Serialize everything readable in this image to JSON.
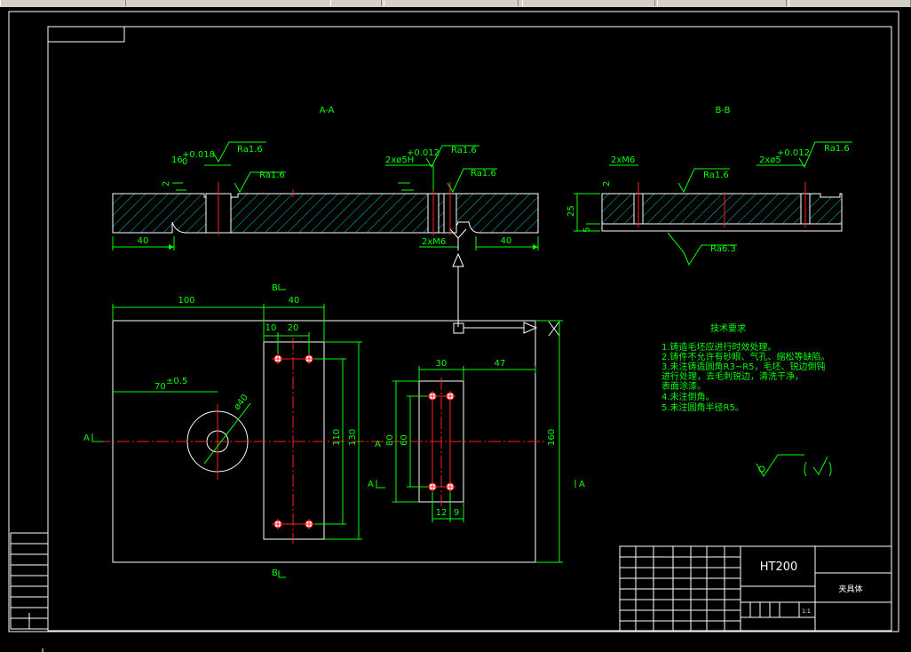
{
  "views": {
    "section_aa_label": "A-A",
    "section_bb_label": "B-B"
  },
  "dims": {
    "aa_left_40": "40",
    "aa_right_40": "40",
    "aa_depth_2": "2",
    "aa_16": "16",
    "aa_16_tol": "+0.018",
    "aa_16_tol2": "0",
    "aa_2x5": "2xø5H",
    "aa_2x5_tol": "+0.012",
    "aa_2xm6": "2xM6",
    "bb_2xm6": "2xM6",
    "bb_2x5": "2xø5",
    "bb_2x5_tol": "+0.012",
    "bb_depth_2": "2",
    "bb_25": "25",
    "bb_5": "5",
    "plan_100": "100",
    "plan_40": "40",
    "plan_10": "10",
    "plan_20": "20",
    "plan_70": "70",
    "plan_70_tol": "±0.5",
    "plan_40dia": "ø40",
    "plan_110": "110",
    "plan_130": "130",
    "plan_30": "30",
    "plan_47": "47",
    "plan_80": "80",
    "plan_60": "60",
    "plan_12": "12",
    "plan_9": "9",
    "plan_160": "160"
  },
  "roughness": {
    "ra16_a": "Ra1.6",
    "ra16_b": "Ra1.6",
    "ra16_c": "Ra1.6",
    "ra16_d": "Ra1.6",
    "ra16_e": "Ra1.6",
    "ra16_f": "Ra1.6",
    "ra63": "Ra6.3"
  },
  "markers": {
    "a_left": "A",
    "a_right": "A",
    "a_mid": "A",
    "a_mid2": "A",
    "b_top": "B",
    "b_bottom": "B"
  },
  "tech_notes": {
    "title": "技术要求",
    "lines": [
      "1.铸造毛坯应进行时效处理。",
      "2.铸件不允许有砂眼、气孔、缩松等缺陷。",
      "3.未注铸造圆角R3~R5，毛坯、锐边倒钝",
      "进行处理，去毛刺锐边，清洗干净，",
      "表面涂漆。",
      "4.未注倒角。",
      "5.未注圆角半径R5。"
    ]
  },
  "title_block": {
    "material": "HT200",
    "part_name": "夹具体",
    "scale": "1:1"
  },
  "colors": {
    "background": "#000000",
    "geometry": "#ffffff",
    "dimension": "#00ff00",
    "centerline": "#ff2020"
  }
}
